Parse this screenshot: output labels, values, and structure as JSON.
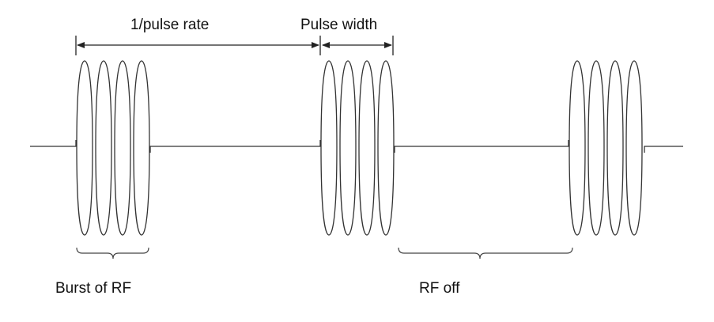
{
  "labels": {
    "pulse_rate": "1/pulse rate",
    "pulse_width": "Pulse width",
    "burst": "Burst of RF",
    "rf_off": "RF off"
  },
  "colors": {
    "stroke": "#333333",
    "text": "#111111",
    "background": "#ffffff"
  }
}
